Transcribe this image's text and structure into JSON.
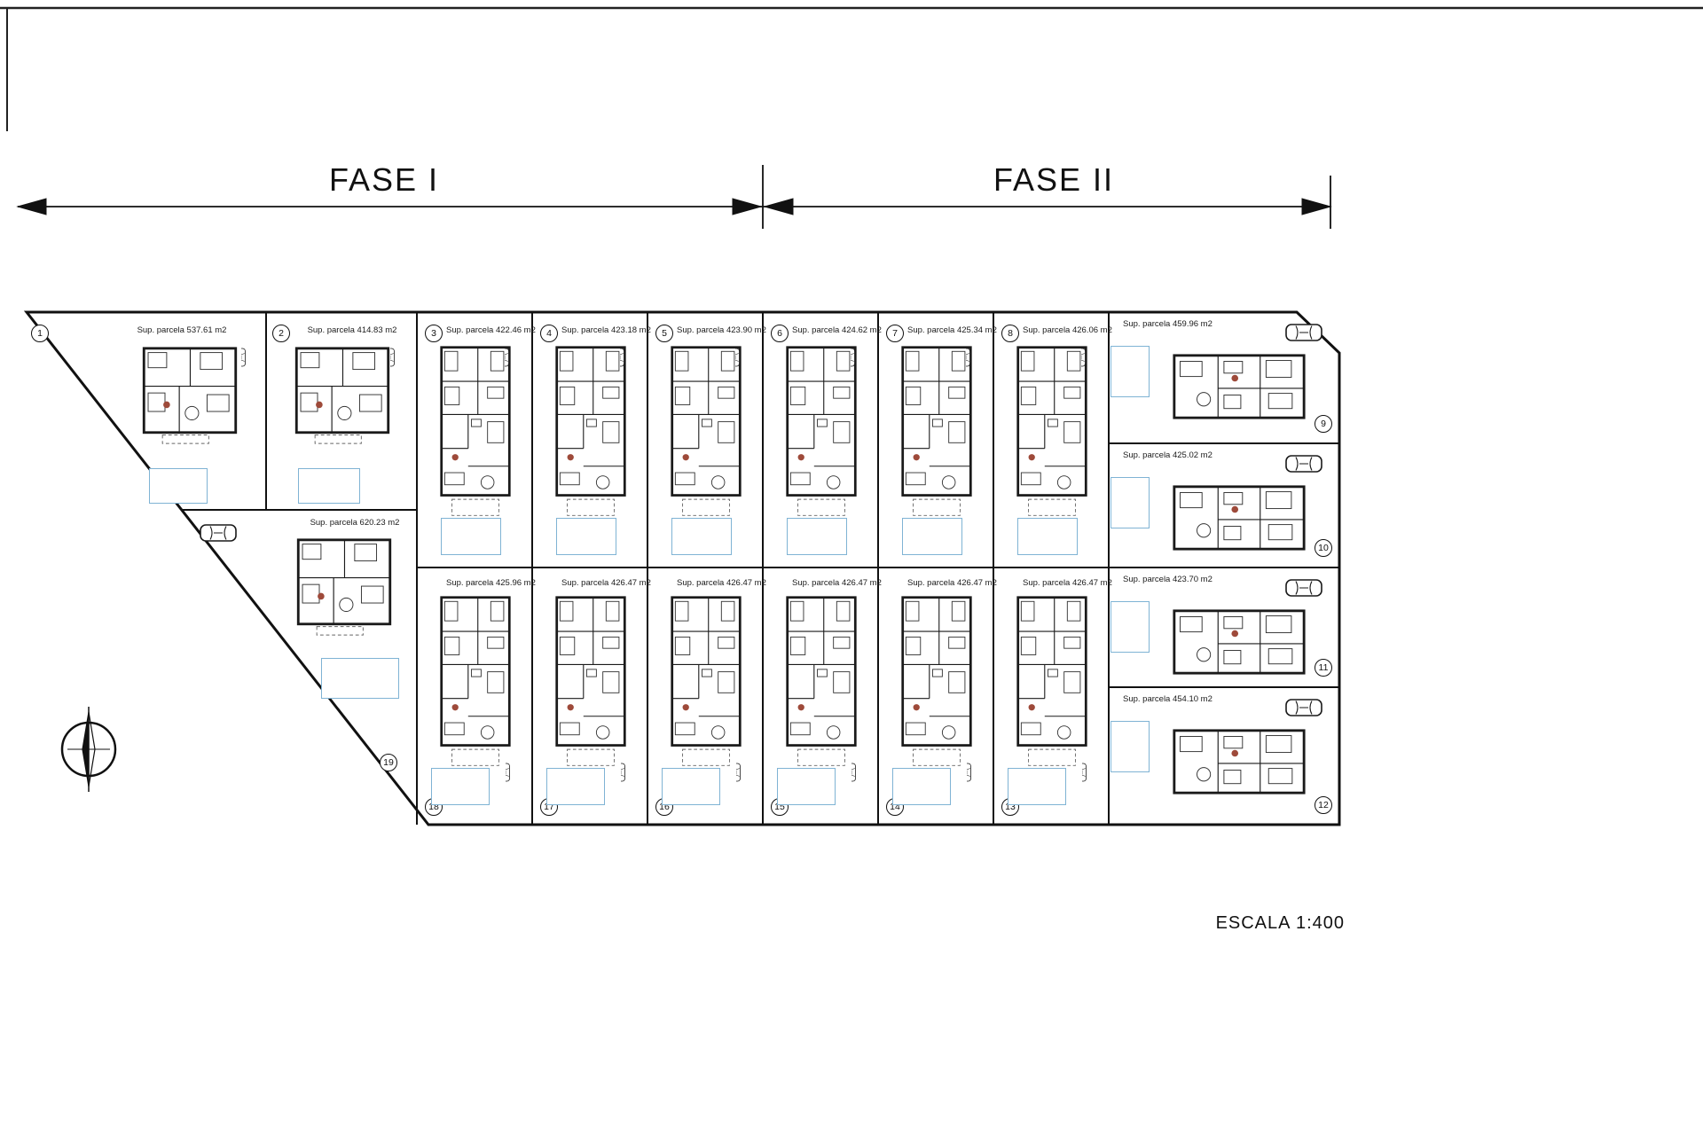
{
  "page": {
    "fase1_label": "FASE I",
    "fase2_label": "FASE II",
    "scale_label": "ESCALA  1:400"
  },
  "plots": [
    {
      "num": "1",
      "area": "Sup. parcela 537.61 m2"
    },
    {
      "num": "2",
      "area": "Sup. parcela 414.83 m2"
    },
    {
      "num": "3",
      "area": "Sup. parcela 422.46 m2"
    },
    {
      "num": "4",
      "area": "Sup. parcela 423.18 m2"
    },
    {
      "num": "5",
      "area": "Sup. parcela 423.90 m2"
    },
    {
      "num": "6",
      "area": "Sup. parcela 424.62 m2"
    },
    {
      "num": "7",
      "area": "Sup. parcela 425.34 m2"
    },
    {
      "num": "8",
      "area": "Sup. parcela 426.06 m2"
    },
    {
      "num": "9",
      "area": "Sup. parcela 459.96 m2"
    },
    {
      "num": "10",
      "area": "Sup. parcela 425.02 m2"
    },
    {
      "num": "11",
      "area": "Sup. parcela 423.70 m2"
    },
    {
      "num": "12",
      "area": "Sup. parcela 454.10 m2"
    },
    {
      "num": "13",
      "area": "Sup. parcela 426.47 m2"
    },
    {
      "num": "14",
      "area": "Sup. parcela 426.47 m2"
    },
    {
      "num": "15",
      "area": "Sup. parcela 426.47 m2"
    },
    {
      "num": "16",
      "area": "Sup. parcela 426.47 m2"
    },
    {
      "num": "17",
      "area": "Sup. parcela 426.47 m2"
    },
    {
      "num": "18",
      "area": "Sup. parcela 425.96 m2"
    },
    {
      "num": "19",
      "area": "Sup. parcela 620.23 m2"
    }
  ],
  "colors": {
    "line": "#111111",
    "pool": "#7fb3d4",
    "stair_mark": "#9e4a3a"
  }
}
